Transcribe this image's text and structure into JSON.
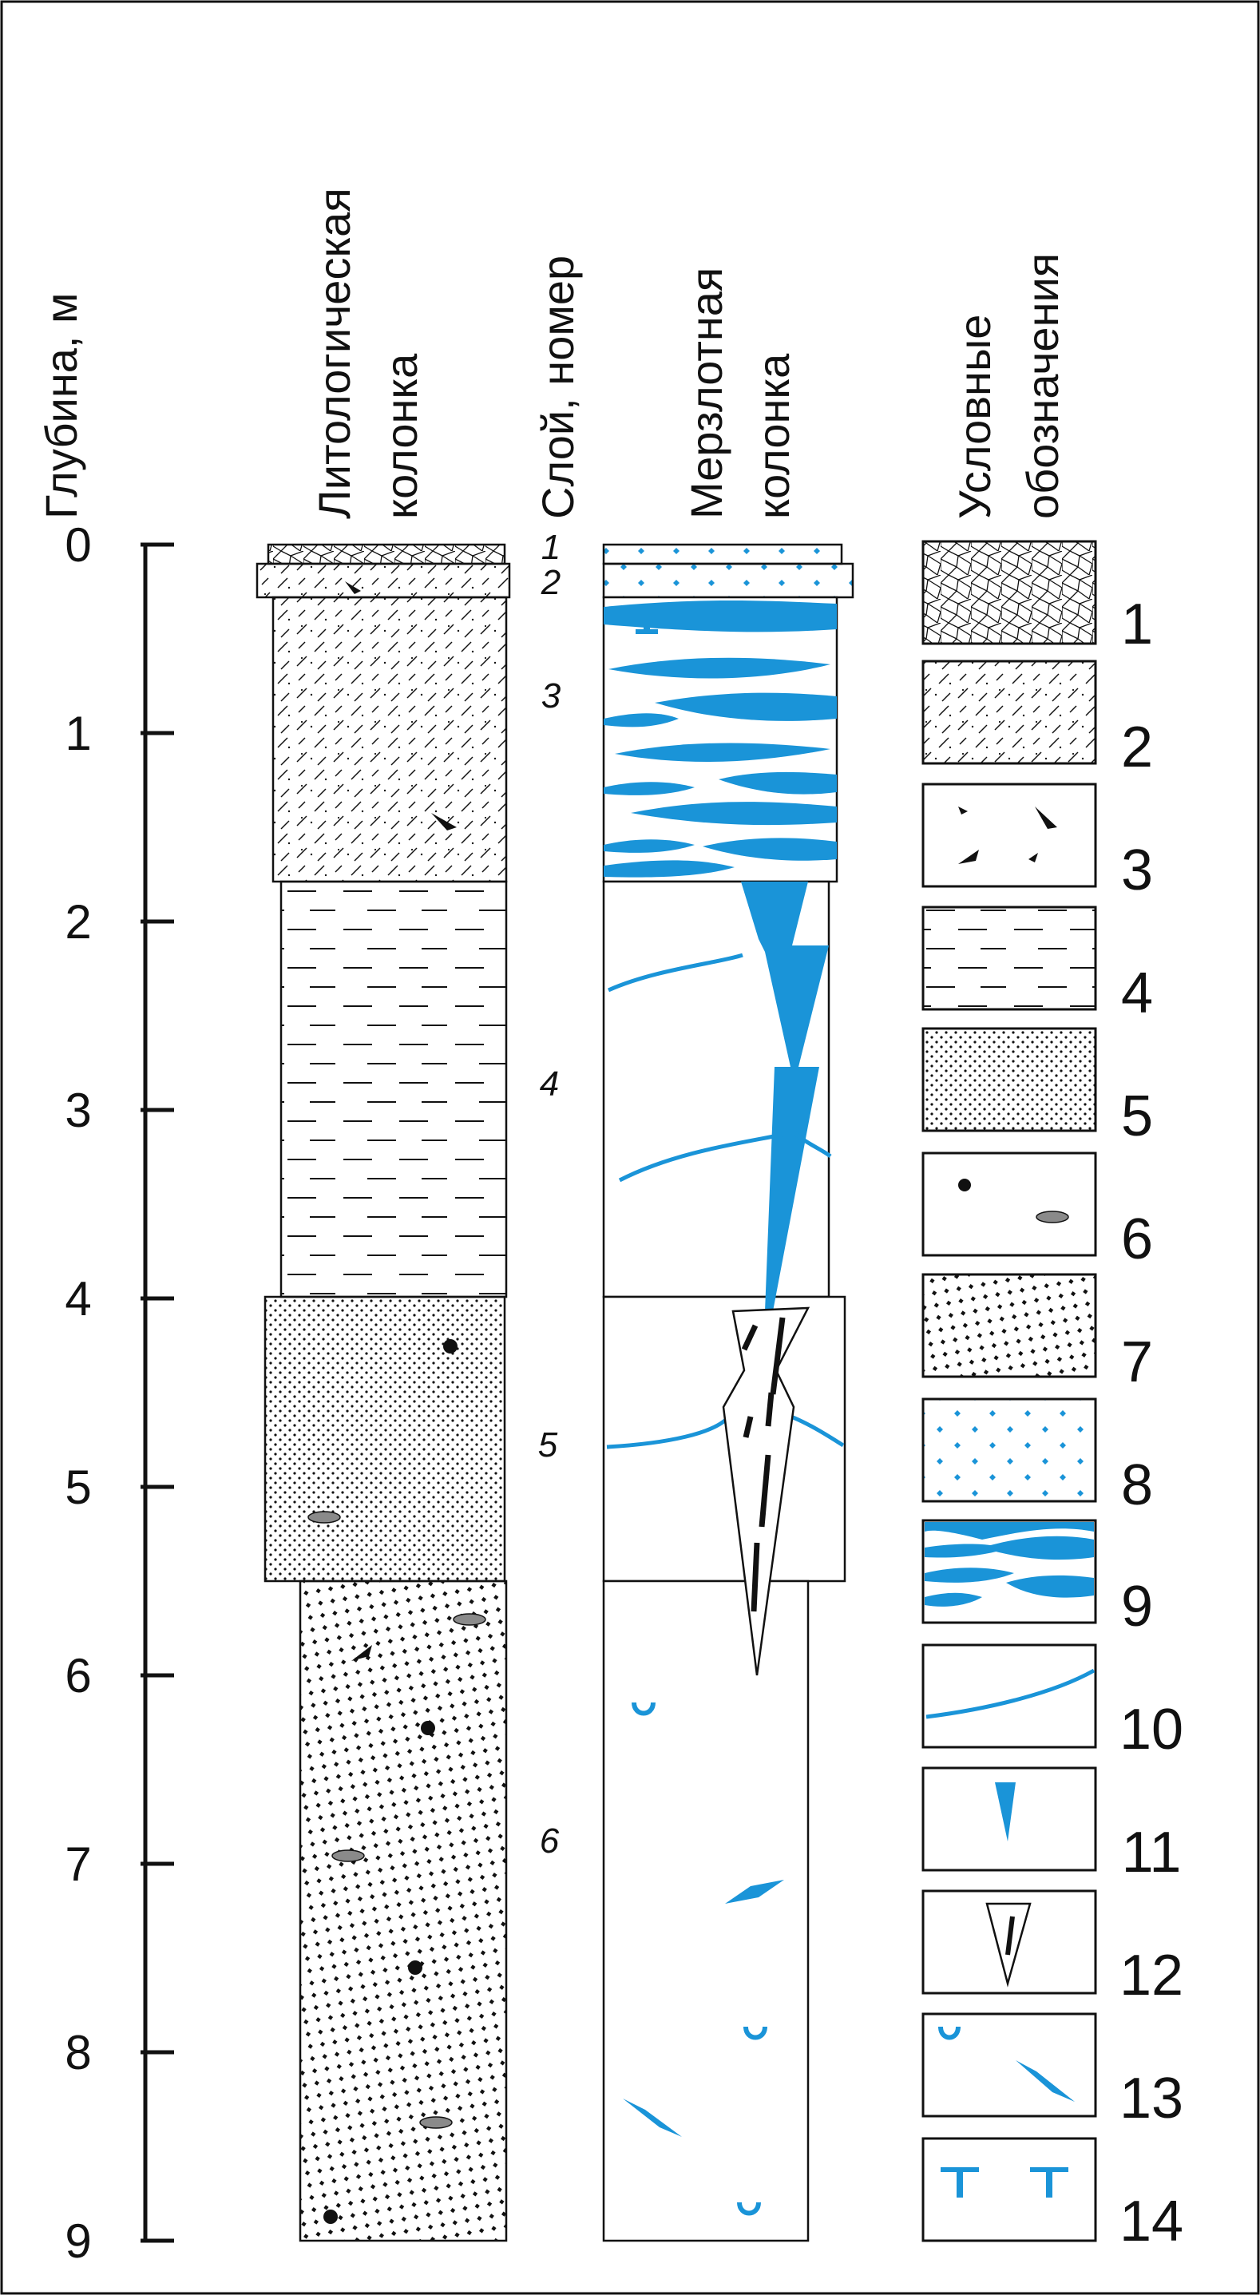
{
  "headers": {
    "depth": "Глубина, м",
    "litho_line1": "Литологическая",
    "litho_line2": "колонка",
    "layer": "Слой, номер",
    "frozen_line1": "Мерзлотная",
    "frozen_line2": "колонка",
    "legend_line1": "Условные",
    "legend_line2": "обозначения"
  },
  "depth_axis": {
    "unit": "м",
    "ticks": [
      "0",
      "1",
      "2",
      "3",
      "4",
      "5",
      "6",
      "7",
      "8",
      "9"
    ]
  },
  "layers": [
    {
      "number": "1",
      "top_m": 0.0,
      "bottom_m": 0.1,
      "legend": 1
    },
    {
      "number": "2",
      "top_m": 0.1,
      "bottom_m": 0.3,
      "legend": 2
    },
    {
      "number": "3",
      "top_m": 0.3,
      "bottom_m": 1.8,
      "legend": 2
    },
    {
      "number": "4",
      "top_m": 1.8,
      "bottom_m": 4.0,
      "legend": 4
    },
    {
      "number": "5",
      "top_m": 4.0,
      "bottom_m": 5.5,
      "legend": 5
    },
    {
      "number": "6",
      "top_m": 5.5,
      "bottom_m": 9.0,
      "legend": 7
    }
  ],
  "legend": [
    {
      "number": "1",
      "symbol": "polygonal-network"
    },
    {
      "number": "2",
      "symbol": "diagonal-dashes"
    },
    {
      "number": "3",
      "symbol": "black-triangles"
    },
    {
      "number": "4",
      "symbol": "horizontal-dashes"
    },
    {
      "number": "5",
      "symbol": "fine-dots"
    },
    {
      "number": "6",
      "symbol": "pebble-and-lens"
    },
    {
      "number": "7",
      "symbol": "coarse-dots"
    },
    {
      "number": "8",
      "symbol": "blue-diamonds"
    },
    {
      "number": "9",
      "symbol": "blue-ice-lenses"
    },
    {
      "number": "10",
      "symbol": "blue-curve"
    },
    {
      "number": "11",
      "symbol": "blue-wedge"
    },
    {
      "number": "12",
      "symbol": "white-wedge"
    },
    {
      "number": "13",
      "symbol": "blue-arc-and-lens"
    },
    {
      "number": "14",
      "symbol": "blue-t-marks"
    }
  ],
  "colors": {
    "ice": "#1a94d8",
    "line": "#111111",
    "pebble": "#8a8a8a"
  }
}
